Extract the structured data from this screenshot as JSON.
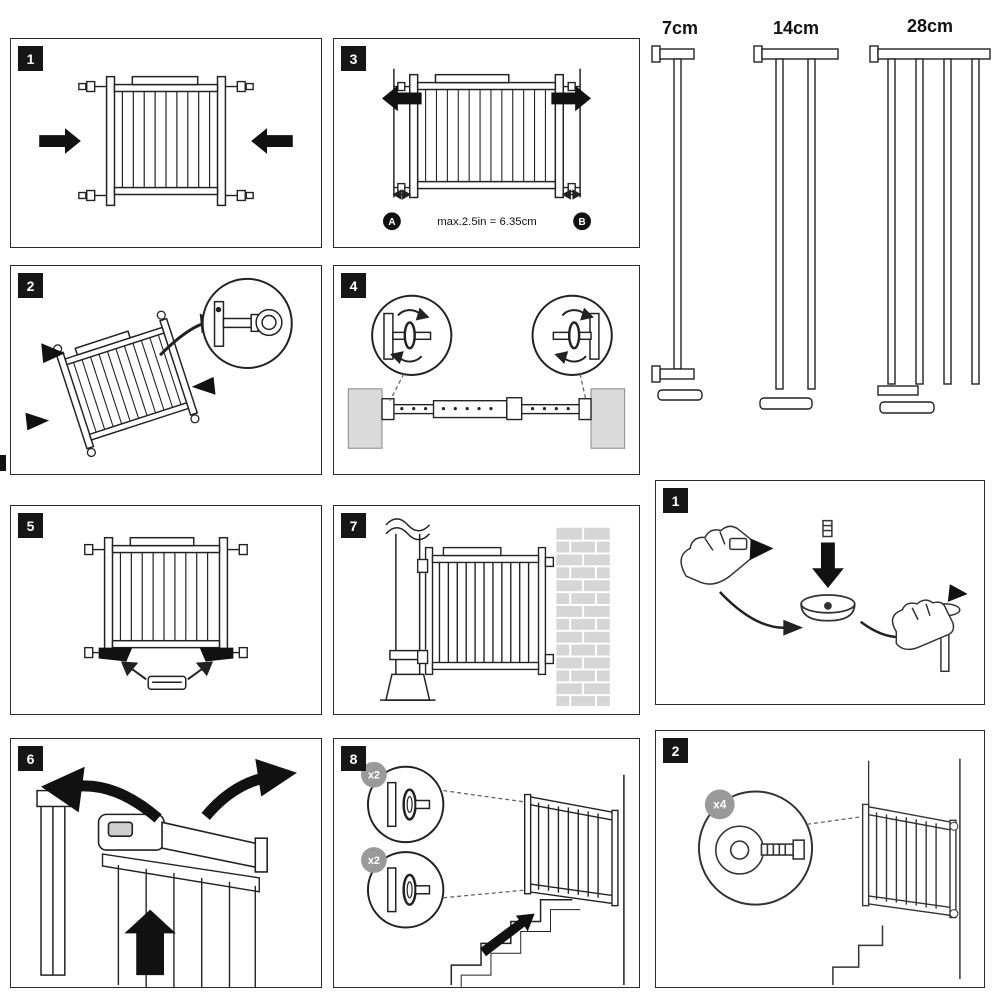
{
  "steps": {
    "s1": {
      "number": "1"
    },
    "s2": {
      "number": "2"
    },
    "s3": {
      "number": "3",
      "caption": "max.2.5in = 6.35cm",
      "marker_a": "A",
      "marker_b": "B"
    },
    "s4": {
      "number": "4"
    },
    "s5": {
      "number": "5"
    },
    "s6": {
      "number": "6"
    },
    "s7": {
      "number": "7"
    },
    "s8": {
      "number": "8",
      "qty_top": "x2",
      "qty_bottom": "x2"
    }
  },
  "extension_steps": {
    "e1": {
      "number": "1"
    },
    "e2": {
      "number": "2",
      "qty": "x4"
    }
  },
  "extensions": {
    "labels": [
      "7cm",
      "14cm",
      "28cm"
    ]
  }
}
